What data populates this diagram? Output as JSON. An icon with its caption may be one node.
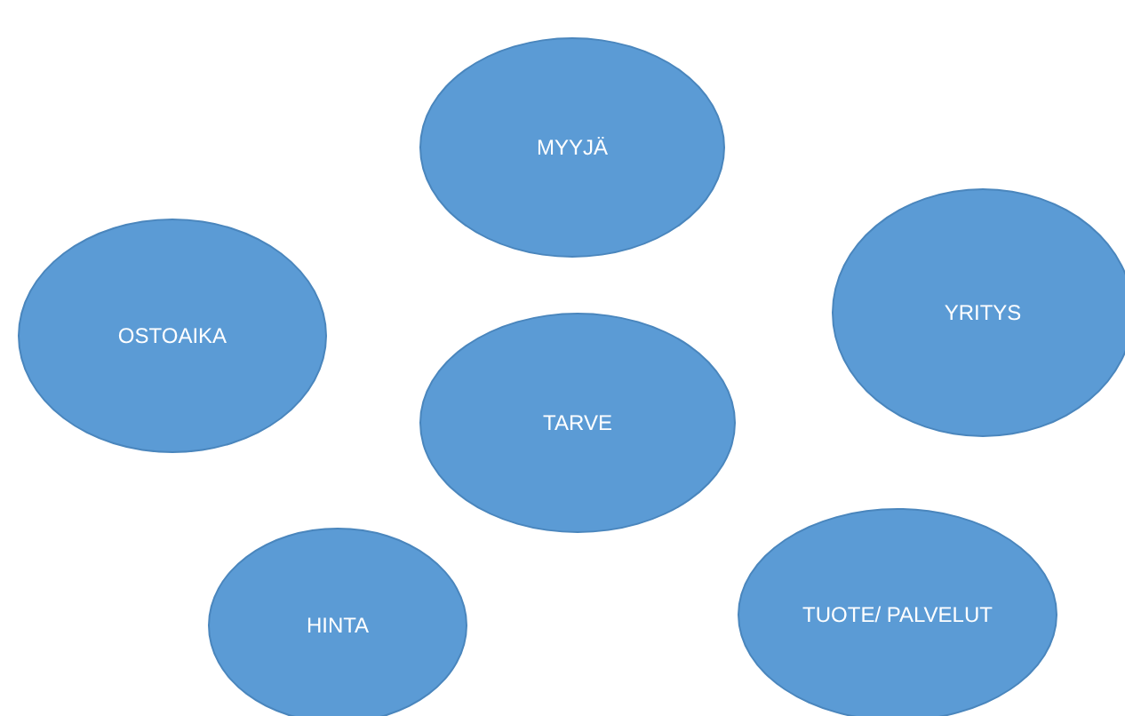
{
  "diagram": {
    "nodes": [
      {
        "text": [
          "MYYJÄ"
        ]
      },
      {
        "text": [
          "OSTOAIKA"
        ]
      },
      {
        "text": [
          "YRITYS"
        ]
      },
      {
        "text": [
          "TARVE"
        ]
      },
      {
        "text": [
          "HINTA"
        ]
      },
      {
        "text": [
          "TUOTE/ PALVELUT"
        ]
      }
    ]
  }
}
